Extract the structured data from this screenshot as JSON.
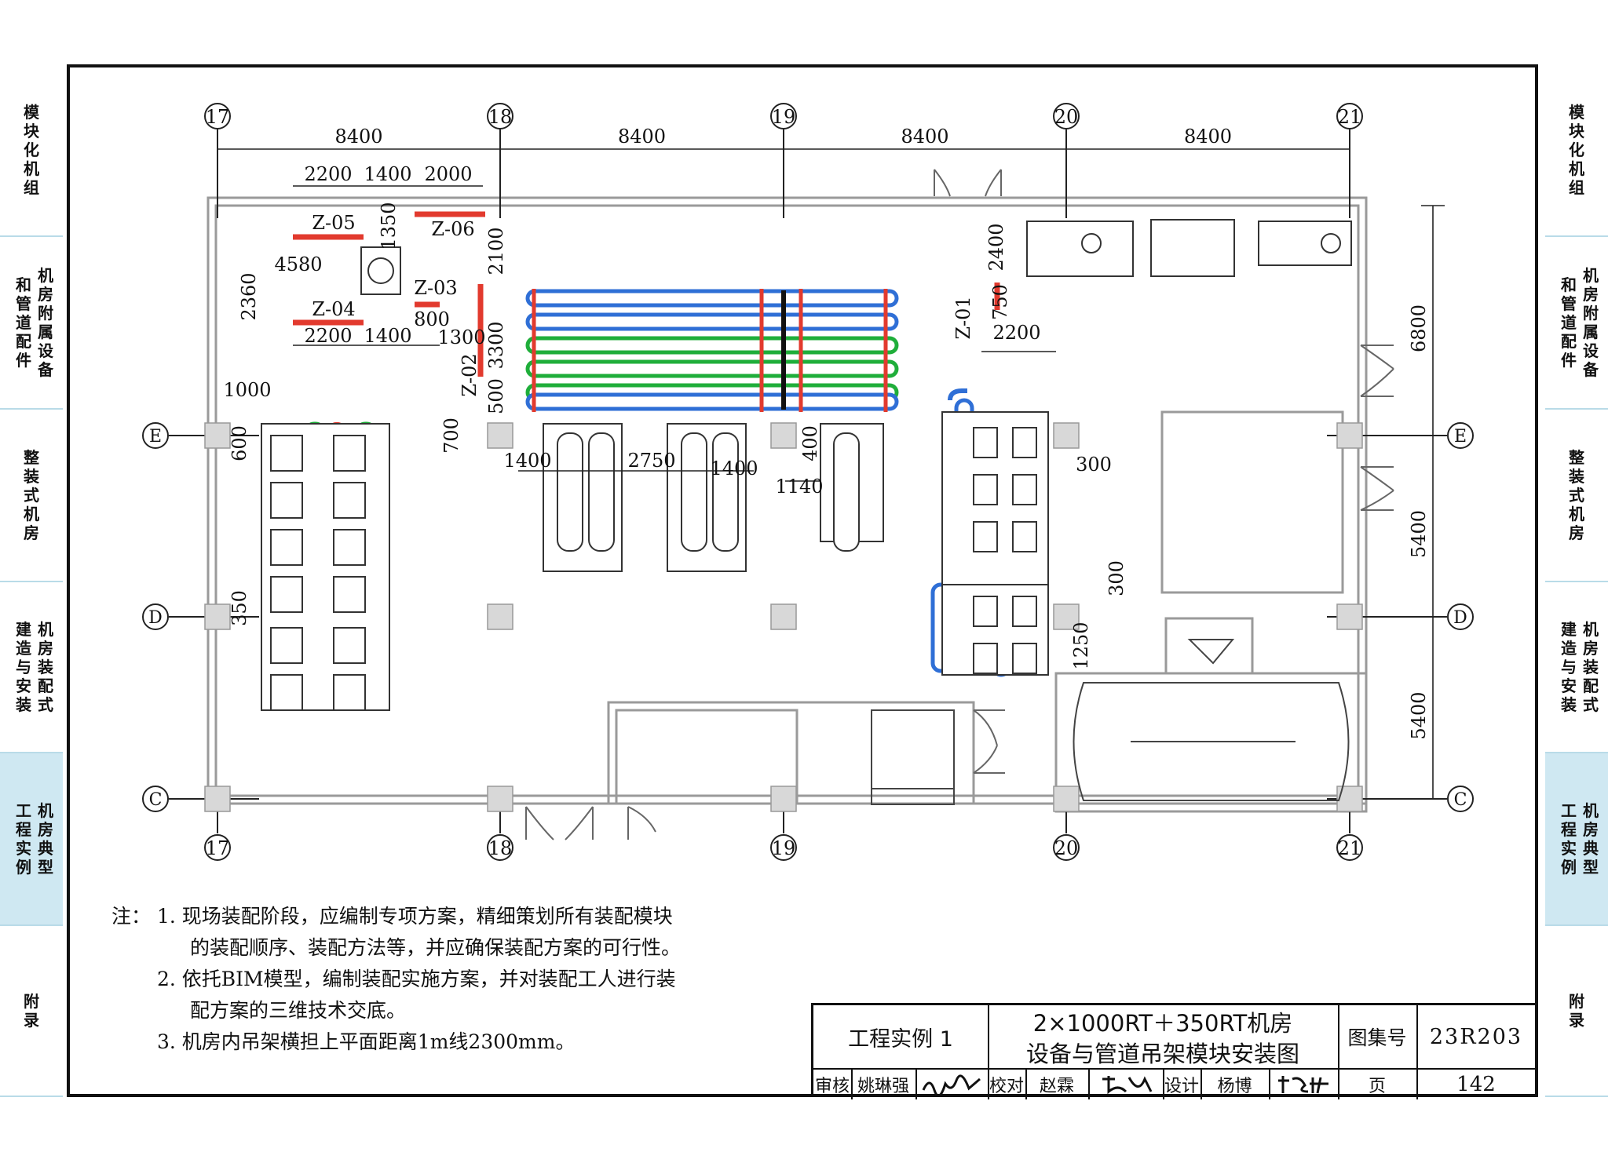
{
  "side_tabs": {
    "left": [
      {
        "lines": [
          "模块化机组"
        ]
      },
      {
        "lines": [
          "机房附属设备",
          "和管道配件"
        ]
      },
      {
        "lines": [
          "整装式机房"
        ]
      },
      {
        "lines": [
          "机房装配式",
          "建造与安装"
        ]
      },
      {
        "lines": [
          "机房典型",
          "工程实例"
        ],
        "active": true
      },
      {
        "lines": [
          "附录"
        ]
      }
    ],
    "right": [
      {
        "lines": [
          "模块化机组"
        ]
      },
      {
        "lines": [
          "机房附属设备",
          "和管道配件"
        ]
      },
      {
        "lines": [
          "整装式机房"
        ]
      },
      {
        "lines": [
          "机房装配式",
          "建造与安装"
        ]
      },
      {
        "lines": [
          "机房典型",
          "工程实例"
        ],
        "active": true
      },
      {
        "lines": [
          "附录"
        ]
      }
    ]
  },
  "drawing": {
    "axes_top": [
      "17",
      "18",
      "19",
      "20",
      "21"
    ],
    "axes_bottom": [
      "17",
      "18",
      "19",
      "20",
      "21"
    ],
    "axes_rows": [
      "E",
      "D",
      "C"
    ],
    "bay_dims": [
      "8400",
      "8400",
      "8400",
      "8400"
    ],
    "right_dims": [
      "6800",
      "5400",
      "5400"
    ],
    "dims": {
      "d2200a": "2200",
      "d1400a": "1400",
      "d2000": "2000",
      "d4580": "4580",
      "d2360": "2360",
      "d1350": "1350",
      "d2100": "2100",
      "d800": "800",
      "d1300": "1300",
      "d2200b": "2200",
      "d1400b": "1400",
      "d3300": "3300",
      "d500": "500",
      "d1000": "1000",
      "d600": "600",
      "d350": "350",
      "d700": "700",
      "d1400c": "1400",
      "d2750": "2750",
      "d1400d": "1400",
      "d1140": "1140",
      "d400": "400",
      "d2400": "2400",
      "d750": "750",
      "d2200c": "2200",
      "d300a": "300",
      "d300b": "300",
      "d1250": "1250"
    },
    "hangers": {
      "z01": "Z-01",
      "z02": "Z-02",
      "z03": "Z-03",
      "z04": "Z-04",
      "z05": "Z-05",
      "z06": "Z-06"
    },
    "colors": {
      "pipe_blue": "#2f6fd6",
      "pipe_green": "#1fae3a",
      "hanger_red": "#e23a2e",
      "line": "#222222",
      "wall": "#9a9a9a",
      "tab_active": "#cfe8f2"
    }
  },
  "notes": {
    "head": "注：",
    "items": [
      "1. 现场装配阶段，应编制专项方案，精细策划所有装配模块",
      "的装配顺序、装配方法等，并应确保装配方案的可行性。",
      "2. 依托BIM模型，编制装配实施方案，并对装配工人进行装",
      "配方案的三维技术交底。",
      "3. 机房内吊架横担上平面距离1m线2300mm。"
    ]
  },
  "title_block": {
    "project": "工程实例 1",
    "title_line1": "2×1000RT＋350RT机房",
    "title_line2": "设备与管道吊架模块安装图",
    "atlas_label": "图集号",
    "atlas_no": "23R203",
    "review_label": "审核",
    "reviewer": "姚琳强",
    "check_label": "校对",
    "checker": "赵霖",
    "design_label": "设计",
    "designer": "杨博",
    "page_label": "页",
    "page_no": "142"
  }
}
